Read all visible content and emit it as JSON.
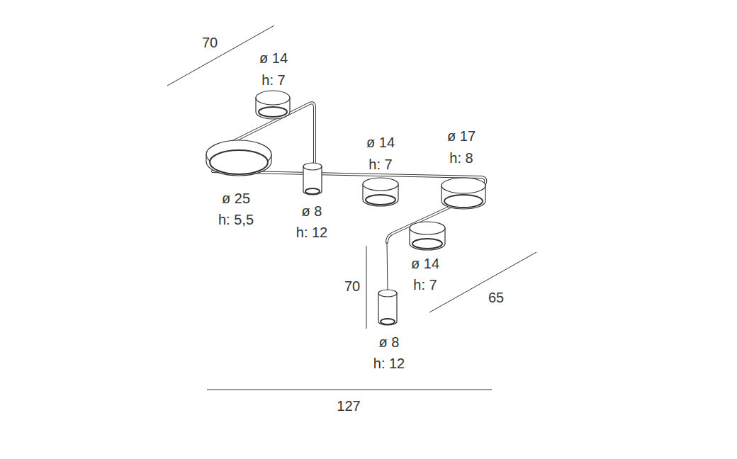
{
  "diagram": {
    "labels": [
      "70",
      "ø 14",
      "h: 7",
      "ø 14",
      "h: 7",
      "ø 17",
      "h: 8",
      "ø 25",
      "h: 5,5",
      "ø 8",
      "h: 12",
      "70",
      "ø 14",
      "h: 7",
      "65",
      "ø 8",
      "h: 12",
      "127"
    ]
  }
}
